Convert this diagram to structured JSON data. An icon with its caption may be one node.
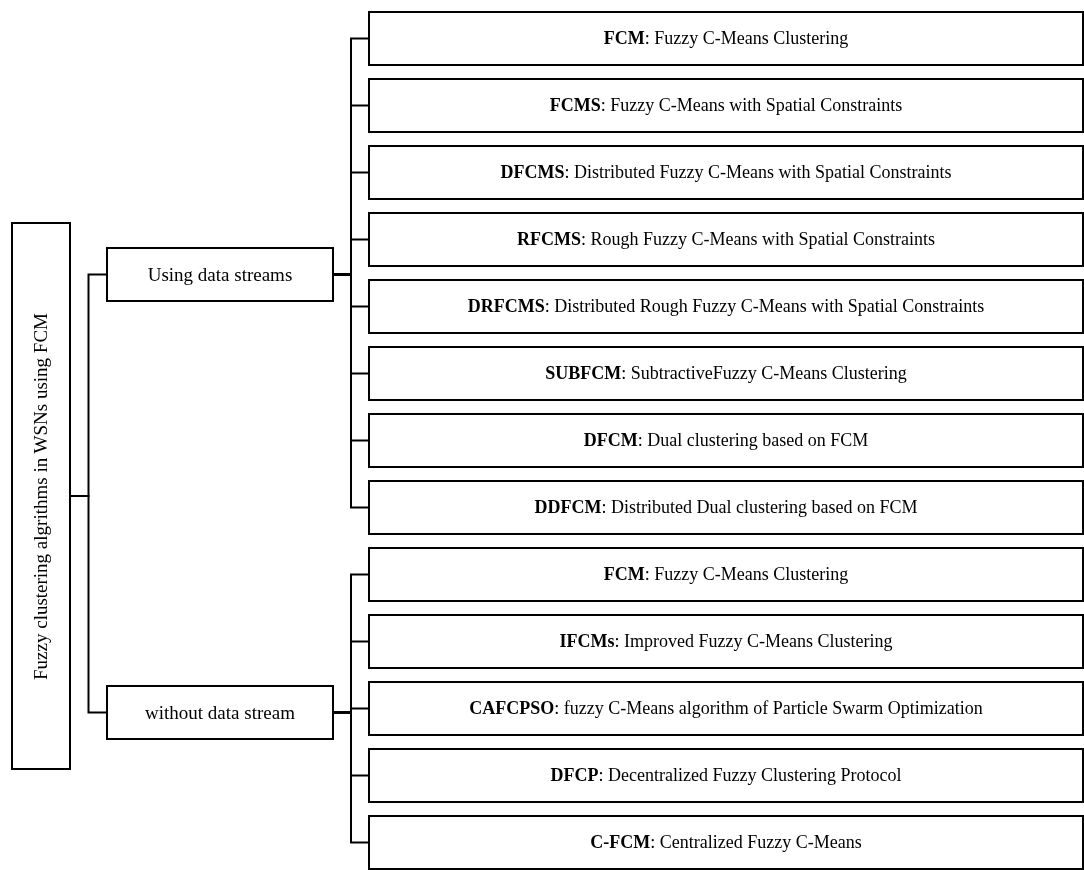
{
  "diagram": {
    "nodes": [
      {
        "text": [
          "Fuzzy clustering algrithms in WSNs using FCM"
        ]
      },
      {
        "text": [
          "Using data streams"
        ]
      },
      {
        "text": [
          "**FCM**: Fuzzy C-Means Clustering"
        ]
      },
      {
        "text": [
          "**FCMS**: Fuzzy C-Means with Spatial Constraints"
        ]
      },
      {
        "text": [
          "**DFCMS**: Distributed Fuzzy C-Means with Spatial Constraints"
        ]
      },
      {
        "text": [
          "**RFCMS**: Rough Fuzzy C-Means with Spatial Constraints"
        ]
      },
      {
        "text": [
          "**DRFCMS**: Distributed Rough Fuzzy C-Means with Spatial Constraints"
        ]
      },
      {
        "text": [
          "**SUBFCM**: SubtractiveFuzzy C-Means Clustering"
        ]
      },
      {
        "text": [
          "**DFCM**: Dual clustering based on FCM"
        ]
      },
      {
        "text": [
          "**DDFCM**: Distributed Dual clustering based on FCM"
        ]
      },
      {
        "text": [
          "without data stream"
        ]
      },
      {
        "text": [
          "**FCM**: Fuzzy C-Means Clustering"
        ]
      },
      {
        "text": [
          "**IFCMs**: Improved Fuzzy C-Means Clustering"
        ]
      },
      {
        "text": [
          "**CAFCPSO**: fuzzy C-Means algorithm of Particle Swarm Optimization"
        ]
      },
      {
        "text": [
          "**DFCP**: Decentralized Fuzzy Clustering Protocol"
        ]
      },
      {
        "text": [
          "**C-FCM**: Centralized Fuzzy C-Means"
        ]
      }
    ],
    "edges": [
      {
        "from": 0,
        "to": 1,
        "arrow": "none"
      },
      {
        "from": 0,
        "to": 10,
        "arrow": "none"
      },
      {
        "from": 1,
        "to": 2,
        "arrow": "none"
      },
      {
        "from": 1,
        "to": 3,
        "arrow": "none"
      },
      {
        "from": 1,
        "to": 4,
        "arrow": "none"
      },
      {
        "from": 1,
        "to": 5,
        "arrow": "none"
      },
      {
        "from": 1,
        "to": 6,
        "arrow": "none"
      },
      {
        "from": 1,
        "to": 7,
        "arrow": "none"
      },
      {
        "from": 1,
        "to": 8,
        "arrow": "none"
      },
      {
        "from": 1,
        "to": 9,
        "arrow": "none"
      },
      {
        "from": 10,
        "to": 11,
        "arrow": "none"
      },
      {
        "from": 10,
        "to": 12,
        "arrow": "none"
      },
      {
        "from": 10,
        "to": 13,
        "arrow": "none"
      },
      {
        "from": 10,
        "to": 14,
        "arrow": "none"
      },
      {
        "from": 10,
        "to": 15,
        "arrow": "none"
      }
    ]
  }
}
